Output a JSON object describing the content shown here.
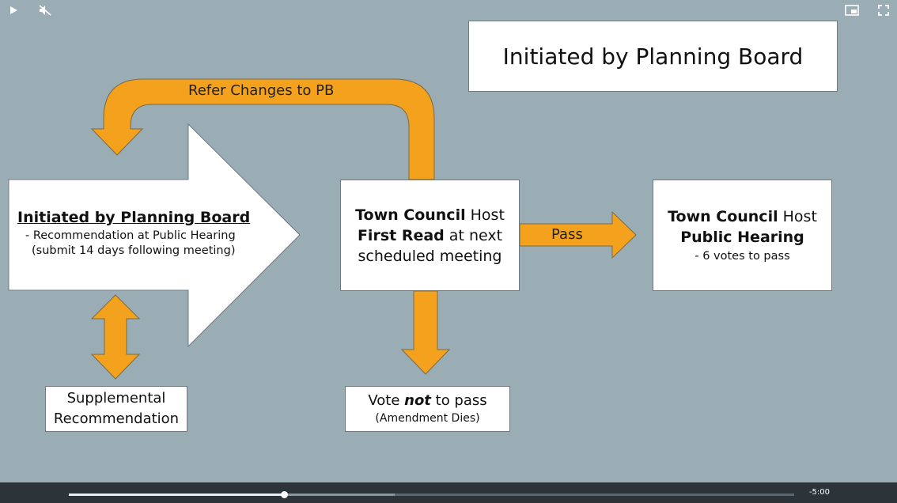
{
  "slide": {
    "title": "Initiated by Planning Board",
    "planning_board": {
      "heading": "Initiated by Planning Board",
      "line1": "- Recommendation at Public Hearing",
      "line2": "(submit 14 days following meeting)"
    },
    "refer_label": "Refer Changes to PB",
    "pass_label": "Pass",
    "first_read": {
      "line1_bold": "Town Council",
      "line1_rest": " Host",
      "line2_bold": "First Read",
      "line2_rest": " at next",
      "line3": "scheduled meeting"
    },
    "public_hearing": {
      "line1_bold": "Town Council",
      "line1_rest": " Host",
      "line2_bold": "Public Hearing",
      "line3": "- 6 votes to pass"
    },
    "supplemental": {
      "line1": "Supplemental",
      "line2": "Recommendation"
    },
    "vote_not": {
      "pre": "Vote ",
      "emph": "not",
      "post": " to pass",
      "sub": "(Amendment Dies)"
    },
    "colors": {
      "background": "#9aadb5",
      "arrow_orange": "#f4a21e",
      "box_white": "#ffffff"
    }
  },
  "player": {
    "time_remaining": "-5:00",
    "progress_fraction": 0.297,
    "buffered_fraction": 0.449,
    "icons": [
      "play-icon",
      "muted-icon",
      "picture-in-picture-icon",
      "fullscreen-icon"
    ]
  }
}
